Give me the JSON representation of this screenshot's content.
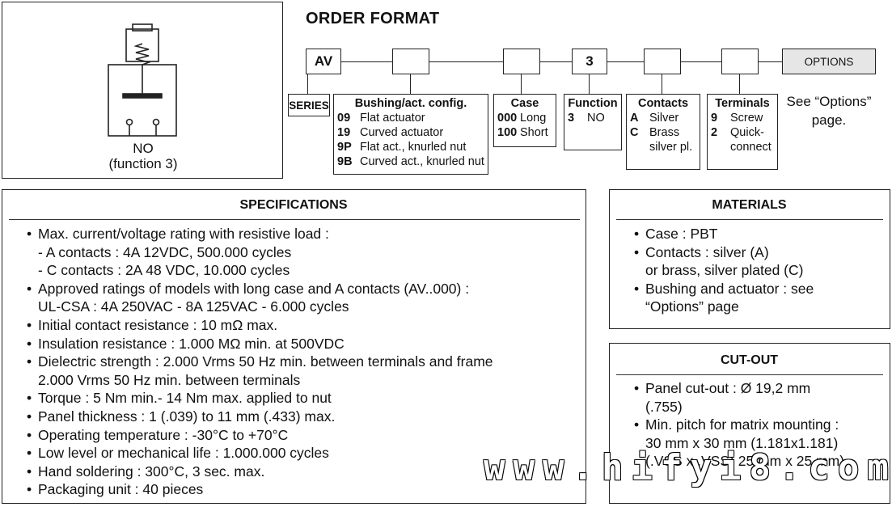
{
  "diagram": {
    "label_line1": "NO",
    "label_line2": "(function 3)"
  },
  "order_format": {
    "title": "ORDER FORMAT",
    "av_code": "AV",
    "function_code": "3",
    "options_label": "OPTIONS",
    "series_label": "SERIES",
    "options_note_line1": "See “Options”",
    "options_note_line2": "page.",
    "bushing": {
      "header": "Bushing/act. config.",
      "rows": [
        {
          "code": "09",
          "text": "Flat actuator"
        },
        {
          "code": "19",
          "text": "Curved actuator"
        },
        {
          "code": "9P",
          "text": "Flat act., knurled nut"
        },
        {
          "code": "9B",
          "text": "Curved act., knurled nut"
        }
      ]
    },
    "case": {
      "header": "Case",
      "rows": [
        {
          "code": "000",
          "text": "Long"
        },
        {
          "code": "100",
          "text": "Short"
        }
      ]
    },
    "function": {
      "header": "Function",
      "rows": [
        {
          "code": "3",
          "text": "NO"
        }
      ]
    },
    "contacts": {
      "header": "Contacts",
      "rows": [
        {
          "code": "A",
          "text": "Silver"
        },
        {
          "code": "C",
          "text": "Brass"
        },
        {
          "code": "",
          "text": "silver pl."
        }
      ]
    },
    "terminals": {
      "header": "Terminals",
      "rows": [
        {
          "code": "9",
          "text": "Screw"
        },
        {
          "code": "2",
          "text": "Quick-"
        },
        {
          "code": "",
          "text": "connect"
        }
      ]
    }
  },
  "specifications": {
    "title": "SPECIFICATIONS",
    "lines": [
      {
        "bullet": true,
        "text": "Max. current/voltage rating with resistive load :"
      },
      {
        "bullet": false,
        "text": "- A contacts : 4A 12VDC, 500.000 cycles"
      },
      {
        "bullet": false,
        "text": "- C contacts : 2A 48 VDC, 10.000 cycles"
      },
      {
        "bullet": true,
        "text": "Approved ratings of models with long case and A contacts (AV..000) :"
      },
      {
        "bullet": false,
        "text": "UL-CSA : 4A 250VAC - 8A 125VAC - 6.000 cycles"
      },
      {
        "bullet": true,
        "text": "Initial contact resistance : 10 mΩ max."
      },
      {
        "bullet": true,
        "text": "Insulation resistance : 1.000 MΩ min. at 500VDC"
      },
      {
        "bullet": true,
        "text": "Dielectric strength :    2.000 Vrms 50 Hz min. between terminals and frame"
      },
      {
        "bullet": false,
        "text": "2.000 Vrms 50 Hz min. between terminals"
      },
      {
        "bullet": true,
        "text": "Torque : 5 Nm min.- 14 Nm max. applied to nut"
      },
      {
        "bullet": true,
        "text": "Panel thickness : 1 (.039) to 11 mm (.433) max."
      },
      {
        "bullet": true,
        "text": "Operating temperature : -30°C to +70°C"
      },
      {
        "bullet": true,
        "text": "Low level or mechanical life : 1.000.000 cycles"
      },
      {
        "bullet": true,
        "text": "Hand soldering : 300°C, 3 sec. max."
      },
      {
        "bullet": true,
        "text": "Packaging unit : 40 pieces"
      }
    ]
  },
  "materials": {
    "title": "MATERIALS",
    "lines": [
      {
        "bullet": true,
        "text": "Case : PBT"
      },
      {
        "bullet": true,
        "text": "Contacts : silver (A)"
      },
      {
        "bullet": false,
        "text": "or brass, silver plated (C)"
      },
      {
        "bullet": true,
        "text": "Bushing and actuator : see"
      },
      {
        "bullet": false,
        "text": "“Options” page"
      }
    ]
  },
  "cutout": {
    "title": "CUT-OUT",
    "lines": [
      {
        "bullet": true,
        "text": "Panel cut-out : Ø 19,2 mm"
      },
      {
        "bullet": false,
        "text": "(.755)"
      },
      {
        "bullet": true,
        "text": "Min. pitch for matrix mounting :"
      },
      {
        "bullet": false,
        "text": "30 mm x 30 mm (1.181x1.181)"
      },
      {
        "bullet": false,
        "text": "(.VSS x .VSS) 25 mm x 25 mm)"
      }
    ]
  },
  "watermark": "www.hifyi8.com"
}
